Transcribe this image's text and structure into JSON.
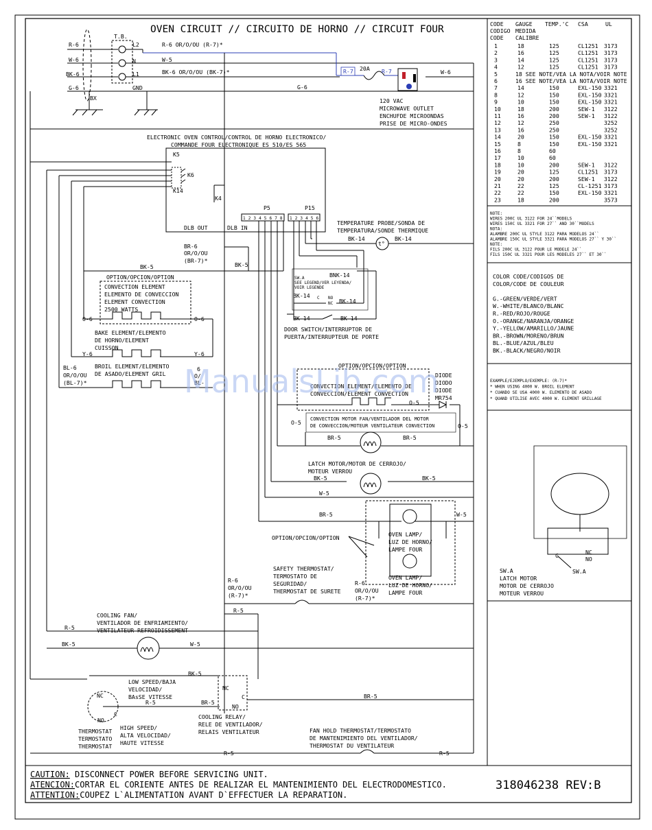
{
  "title": "OVEN CIRCUIT // CIRCUITO DE HORNO // CIRCUIT FOUR",
  "watermark": "ManualsLib.com",
  "terminal_block": {
    "label": "T.B.",
    "wires_left": [
      "R-6",
      "W-6",
      "BK-6",
      "G-6"
    ],
    "terminals": [
      "L2",
      "N",
      "L1",
      "GND"
    ],
    "bx": "BX"
  },
  "top_wires": {
    "l2_wire": "R-6 OR/O/OU (R-7)*",
    "n_wire": "W-5",
    "l1_wire": "BK-6 OR/O/OU (BK-7)*",
    "gnd_wire": "G-6",
    "r7_a": "R-7",
    "fuse": "20A",
    "r7_b": "R-7",
    "w6": "W-6"
  },
  "microwave_outlet": [
    "120 VAC",
    "MICROWAVE OUTLET",
    "ENCHUFDE MICROONDAS",
    "PRISE DE MICRO-ONDES"
  ],
  "control": {
    "title": [
      "ELECTRONIC OVEN CONTROL/CONTROL DE HORNO ELECTRONICO/",
      "COMMANDE FOUR ELECTRONIQUE ES 510/ES 565"
    ],
    "relays": [
      "K5",
      "K6",
      "K14",
      "K4"
    ],
    "dlb_out": "DLB OUT",
    "dlb_in": "DLB IN",
    "p5": "P5",
    "p15": "P15",
    "p5_pins": [
      "1",
      "2",
      "3",
      "4",
      "5",
      "6",
      "7",
      "8"
    ],
    "p15_pins": [
      "1",
      "2",
      "3",
      "4",
      "5",
      "6"
    ]
  },
  "labels": {
    "temp_probe": [
      "TEMPERATURE PROBE/SONDA DE",
      "TEMPERATURA/SONDE THERMIQUE"
    ],
    "bk14": "BK-14",
    "br6": [
      "BR-6",
      "OR/O/OU",
      "(BR-7)*"
    ],
    "bk5": "BK-5",
    "conv_option": "OPTION/OPCION/OPTION",
    "conv_element": [
      "CONVECTION ELEMENT",
      "ELEMENTO DE CONVECCION",
      "ELEMENT CONVECTION",
      "2500 WATTS"
    ],
    "o6": "O-6",
    "bake": [
      "BAKE ELEMENT/ELEMENTO",
      "DE HORNO/ELEMENT",
      "CUISSON"
    ],
    "y6": "Y-6",
    "broil": [
      "BROIL ELEMENT/ELEMENTO",
      "DE ASADO/ELEMENT GRIL"
    ],
    "bl6": [
      "BL-6",
      "OR/O/OU",
      "(BL-7)*"
    ],
    "bl6_right": [
      "6",
      "O/",
      "BL-"
    ],
    "sw_a": [
      "SW.A",
      "SEE LEGEND/VER LEYENDA/",
      "VOIR LEGENDE"
    ],
    "bnk14": "BNK-14",
    "no": "NO",
    "nc": "NC",
    "c": "C",
    "door_switch": [
      "DOOR SWITCH/INTERRUPTOR DE",
      "PUERTA/INTERRUPTEUR DE PORTE"
    ],
    "option2": "OPTION/OPCION/OPTION",
    "conv_element2": [
      "CONVECTION ELEMENT/ELEMENTO DE",
      "CONVECCION/ELEMENT CONVECTION"
    ],
    "diode": [
      "DIODE",
      "DIODO",
      "DIODE",
      "MR754"
    ],
    "o5": "O-5",
    "conv_motor": [
      "CONVECTION MOTOR FAN/VENTILADOR DEL MOTOR",
      "DE CONVECCION/MOTEUR VENTILATEUR CONVECTION"
    ],
    "br5": "BR-5",
    "latch_motor": [
      "LATCH MOTOR/MOTOR DE CERROJO/",
      "MOTEUR VERROU"
    ],
    "w5": "W-5",
    "oven_lamp": [
      "OVEN LAMP/",
      "LUZ DE HORNO/",
      "LAMPE FOUR"
    ],
    "safety": [
      "SAFETY THERMOSTAT/",
      "TERMOSTATO DE",
      "SEGURIDAD/",
      "THERMOSTAT DE SURETE"
    ],
    "r6": [
      "R-6",
      "OR/O/OU",
      "(R-7)*"
    ],
    "r5": "R-5",
    "cooling_fan": [
      "COOLING FAN/",
      "VENTILADOR DE ENFRIAMIENTO/",
      "VENTILATEUR REFROIDISSEMENT"
    ],
    "bk5b": "BK-5",
    "low_speed": [
      "LOW SPEED/BAJA",
      "VELOCIDAD/",
      "BAsSE VITESSE"
    ],
    "high_speed": [
      "HIGH SPEED/",
      "ALTA VELOCIDAD/",
      "HAUTE VITESSE"
    ],
    "thermostat": [
      "THERMOSTAT",
      "TERMOSTATO",
      "THERMOSTAT"
    ],
    "cooling_relay": [
      "COOLING RELAY/",
      "RELE DE VENTILADOR/",
      "RELAIS VENTILATEUR"
    ],
    "fan_hold": [
      "FAN HOLD THERMOSTAT/TERMOSTATO",
      "DE MANTENIMIENTO DEL VENTILADOR/",
      "THERMOSTAT DU VENTILATEUR"
    ],
    "t_glyph": "t°"
  },
  "wire_table": {
    "headers": [
      "CODE",
      "GAUGE",
      "TEMP.'C",
      "CSA",
      "UL"
    ],
    "sub_headers": [
      [
        "CODIGO",
        "MEDIDA"
      ],
      [
        "CODE",
        "CALIBRE"
      ]
    ],
    "rows": [
      [
        "1",
        "18",
        "125",
        "CL1251",
        "3173"
      ],
      [
        "2",
        "16",
        "125",
        "CL1251",
        "3173"
      ],
      [
        "3",
        "14",
        "125",
        "CL1251",
        "3173"
      ],
      [
        "4",
        "12",
        "125",
        "CL1251",
        "3173"
      ],
      [
        "5",
        "18 SEE NOTE/VEA LA NOTA/VOIR NOTE",
        "",
        "",
        ""
      ],
      [
        "6",
        "16 SEE NOTE/VEA LA NOTA/VOIR NOTE",
        "",
        "",
        ""
      ],
      [
        "7",
        "14",
        "150",
        "EXL-150",
        "3321"
      ],
      [
        "8",
        "12",
        "150",
        "EXL-150",
        "3321"
      ],
      [
        "9",
        "10",
        "150",
        "EXL-150",
        "3321"
      ],
      [
        "10",
        "18",
        "200",
        "SEW-1",
        "3122"
      ],
      [
        "11",
        "16",
        "200",
        "SEW-1",
        "3122"
      ],
      [
        "12",
        "12",
        "250",
        "",
        "3252"
      ],
      [
        "13",
        "16",
        "250",
        "",
        "3252"
      ],
      [
        "14",
        "20",
        "150",
        "EXL-150",
        "3321"
      ],
      [
        "15",
        "8",
        "150",
        "EXL-150",
        "3321"
      ],
      [
        "16",
        "8",
        "60",
        "",
        ""
      ],
      [
        "17",
        "10",
        "60",
        "",
        ""
      ],
      [
        "18",
        "10",
        "200",
        "SEW-1",
        "3122"
      ],
      [
        "19",
        "20",
        "125",
        "CL1251",
        "3173"
      ],
      [
        "20",
        "20",
        "200",
        "SEW-1",
        "3122"
      ],
      [
        "21",
        "22",
        "125",
        "CL-1251",
        "3173"
      ],
      [
        "22",
        "22",
        "150",
        "EXL-150",
        "3321"
      ],
      [
        "23",
        "18",
        "200",
        "",
        "3573"
      ]
    ]
  },
  "notes": [
    "NOTE:",
    "WIRES 200C UL 3122 FOR 24``MODELS",
    "WIRES 150C UL 3321 FOR 27`` AND 30``MODELS",
    "NOTA:",
    "ALAMBRE 200C UL STYLE 3122 PARA MODELOS 24``",
    "ALAMBRE 150C UL STYLE 3321 PARA MODELOS 27`` Y 30``",
    "NOTE:",
    "FILS 200C UL 3122 POUR LE MODELE 24``",
    "FILS 150C UL 3321 POUR LES MODELES 27`` ET 30``"
  ],
  "color_codes": [
    "COLOR CODE/CODIGOS DE",
    "COLOR/CODE DE COULEUR",
    "",
    "G.-GREEN/VERDE/VERT",
    "W.-WHITE/BLANCO/BLANC",
    "R.-RED/ROJO/ROUGE",
    "O.-ORANGE/NARANJA/ORANGE",
    "Y.-YELLOW/AMARILLO/JAUNE",
    "BR.-BROWN/MORENO/BRUN",
    "BL.-BLUE/AZUL/BLEU",
    "BK.-BLACK/NEGRO/NOIR"
  ],
  "example": [
    "EXAMPLE/EJEMPLO/EXEMPLE: (R-7)*",
    "* WHEN USING 4000 W. BROIL ELEMENT",
    "* CUANDO SE USA 4000 W. ELEMENTO DE ASADO",
    "* QUAND UTILISE AVEC 4000 W. ELEMENT GRILLAGE"
  ],
  "legend": {
    "c": "C",
    "nc": "NC",
    "no": "NO",
    "swa": "SW.A",
    "text": [
      "SW.A",
      "LATCH MOTOR",
      "MOTOR DE CERROJO",
      "MOTEUR VERROU"
    ]
  },
  "caution": [
    {
      "key": "CAUTION:",
      "text": " DISCONNECT POWER BEFORE SERVICING UNIT."
    },
    {
      "key": "ATENCION:",
      "text": "CORTAR EL CORIENTE ANTES DE REALIZAR EL MANTENIMIENTO DEL ELECTRODOMESTICO."
    },
    {
      "key": "ATTENTION:",
      "text": "COUPEZ L`ALIMENTATION AVANT D`EFFECTUER LA REPARATION."
    }
  ],
  "part_number": "318046238 REV:B"
}
